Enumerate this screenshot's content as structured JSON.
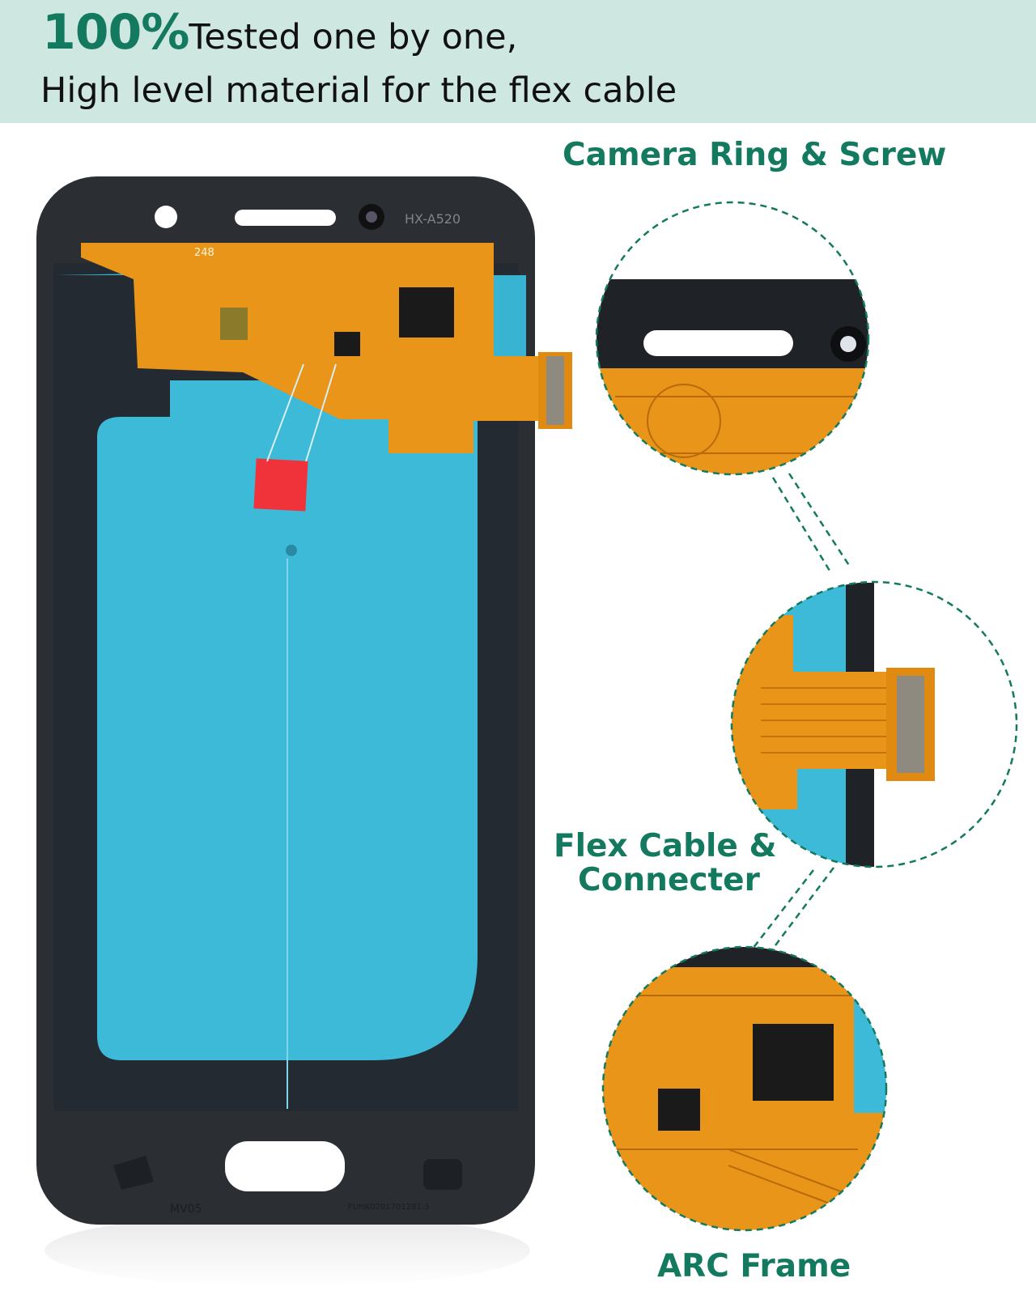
{
  "header": {
    "highlight": "100%",
    "line1_rest": "Tested one by one,",
    "line2": "High level material for the flex cable"
  },
  "phone": {
    "model_text": "HX-A520",
    "flex_number": "248",
    "bottom_left_text": "MV05",
    "bottom_right_text": "FUHK0201701281.3"
  },
  "callouts": {
    "camera": "Camera Ring & Screw",
    "flex_line1": "Flex Cable &",
    "flex_line2": "Connecter",
    "arc": "ARC Frame"
  },
  "colors": {
    "accent": "#137a5f",
    "header_bg": "#cfe7e1",
    "frame": "#2b2f34",
    "film": "#3dbad8",
    "flex": "#e8951a"
  }
}
